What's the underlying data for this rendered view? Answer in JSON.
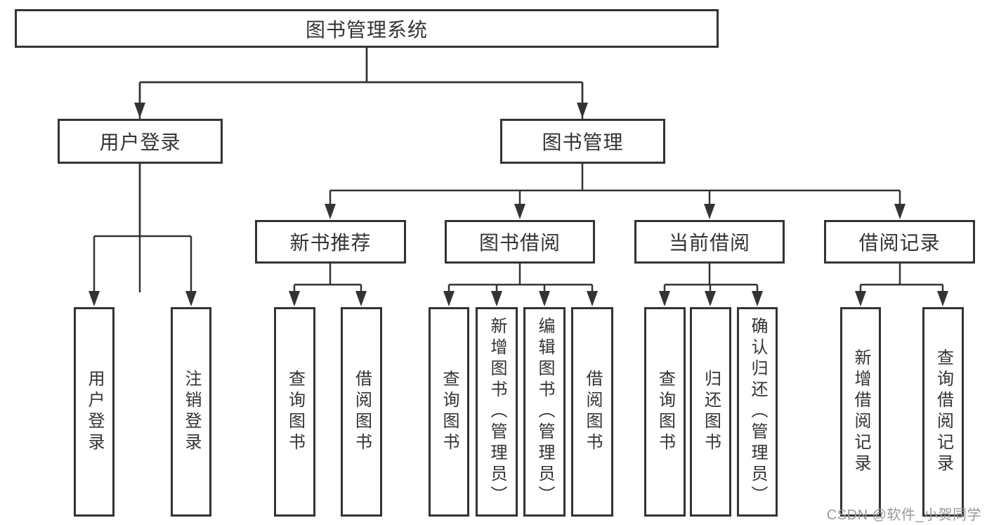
{
  "tree": {
    "label": "图书管理系统",
    "children": [
      {
        "label": "用户登录",
        "children": [
          {
            "label": "用户登录"
          },
          {
            "label": "注销登录"
          }
        ]
      },
      {
        "label": "图书管理",
        "children": [
          {
            "label": "新书推荐",
            "children": [
              {
                "label": "查询图书"
              },
              {
                "label": "借阅图书"
              }
            ]
          },
          {
            "label": "图书借阅",
            "children": [
              {
                "label": "查询图书"
              },
              {
                "label": "新增图书（管理员）"
              },
              {
                "label": "编辑图书（管理员）"
              },
              {
                "label": "借阅图书"
              }
            ]
          },
          {
            "label": "当前借阅",
            "children": [
              {
                "label": "查询图书"
              },
              {
                "label": "归还图书"
              },
              {
                "label": "确认归还（管理员）"
              }
            ]
          },
          {
            "label": "借阅记录",
            "children": [
              {
                "label": "新增借阅记录"
              },
              {
                "label": "查询借阅记录"
              }
            ]
          }
        ]
      }
    ]
  },
  "watermark": {
    "text": "CSDN @软件_小贺同学"
  },
  "colors": {
    "line": "#333333",
    "box_border": "#333333",
    "text": "#333333",
    "watermark": "#999999",
    "background": "#ffffff"
  }
}
